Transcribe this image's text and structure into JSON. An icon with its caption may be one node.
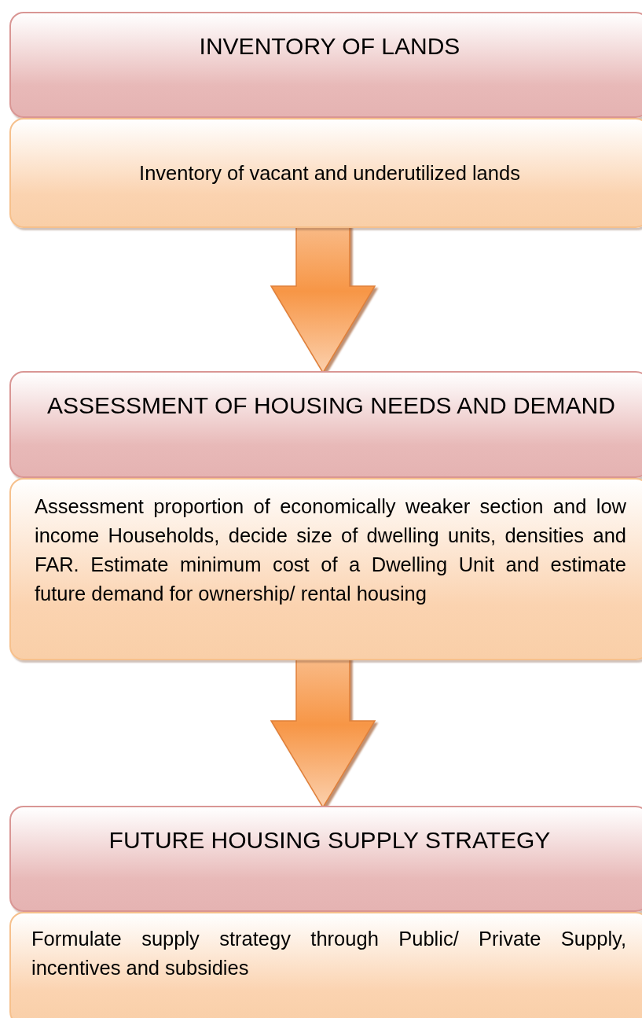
{
  "diagram": {
    "nodes": [
      {
        "text": [
          "INVENTORY OF LANDS"
        ]
      },
      {
        "text": [
          "Inventory of vacant and underutilized lands"
        ]
      },
      {
        "text": [
          "ASSESSMENT OF HOUSING NEEDS AND DEMAND"
        ]
      },
      {
        "text": [
          "Assessment proportion of economically weaker section and low income Households, decide size of dwelling units, densities and FAR. Estimate minimum cost of a Dwelling Unit and estimate future demand for ownership/ rental housing"
        ]
      },
      {
        "text": [
          "FUTURE HOUSING SUPPLY STRATEGY"
        ]
      },
      {
        "text": [
          "Formulate supply strategy through Public/ Private Supply, incentives and subsidies"
        ]
      }
    ],
    "edges": [
      {
        "from": 1,
        "to": 2,
        "arrow": "to"
      },
      {
        "from": 3,
        "to": 4,
        "arrow": "to"
      }
    ]
  }
}
